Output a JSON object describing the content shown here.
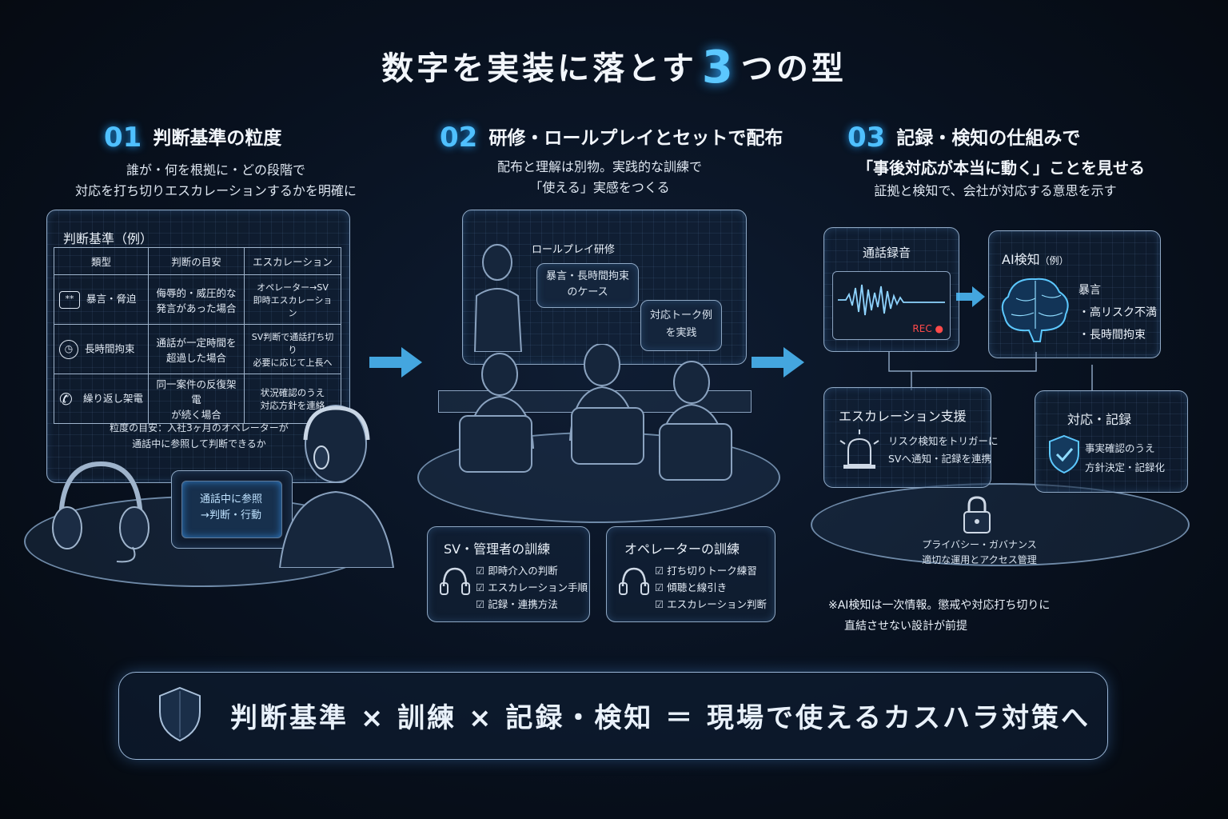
{
  "title": {
    "before": "数字を実装に落とす",
    "number": "3",
    "after": "つの型"
  },
  "s1": {
    "num": "01",
    "heading": "判断基準の粒度",
    "sub1": "誰が・何を根拠に・どの段階で",
    "sub2": "対応を打ち切りエスカレーションするかを明確に",
    "panel_title": "判断基準（例）",
    "table": {
      "headers": [
        "類型",
        "判断の目安",
        "エスカレーション"
      ],
      "rows": [
        {
          "type": "暴言・脅迫",
          "icon": "speech-bubble-icon",
          "criteria": [
            "侮辱的・威圧的な",
            "発言があった場合"
          ],
          "esc": [
            "オペレーター→SV",
            "即時エスカレーション"
          ]
        },
        {
          "type": "長時間拘束",
          "icon": "clock-icon",
          "criteria": [
            "通話が一定時間を",
            "超過した場合"
          ],
          "esc": [
            "SV判断で通話打ち切り",
            "必要に応じて上長へ"
          ]
        },
        {
          "type": "繰り返し架電",
          "icon": "phone-icon",
          "criteria": [
            "同一案件の反復架電",
            "が続く場合"
          ],
          "esc": [
            "状況確認のうえ",
            "対応方針を連絡"
          ]
        }
      ]
    },
    "note1": "粒度の目安：入社3ヶ月のオペレーターが",
    "note2": "通話中に参照して判断できるか",
    "tablet1": "通話中に参照",
    "tablet2": "→判断・行動"
  },
  "s2": {
    "num": "02",
    "heading": "研修・ロールプレイとセットで配布",
    "sub1": "配布と理解は別物。実践的な訓練で",
    "sub2": "「使える」実感をつくる",
    "board_title": "ロールプレイ研修",
    "bubble1a": "暴言・長時間拘束",
    "bubble1b": "のケース",
    "bubble2a": "対応トーク例",
    "bubble2b": "を実践",
    "sv_title": "SV・管理者の訓練",
    "sv_items": [
      "即時介入の判断",
      "エスカレーション手順",
      "記録・連携方法"
    ],
    "op_title": "オペレーターの訓練",
    "op_items": [
      "打ち切りトーク練習",
      "傾聴と線引き",
      "エスカレーション判断"
    ]
  },
  "s3": {
    "num": "03",
    "heading": "記録・検知の仕組みで",
    "heading2": "「事後対応が本当に動く」ことを見せる",
    "sub1": "証拠と検知で、会社が対応する意思を示す",
    "rec_title": "通話録音",
    "rec_label": "REC ●",
    "ai_title": "AI検知",
    "ai_suffix": "（例）",
    "ai_items": [
      "暴言",
      "・高リスク不満",
      "・長時間拘束"
    ],
    "esc_title": "エスカレーション支援",
    "esc_line1": "リスク検知をトリガーに",
    "esc_line2": "SVへ通知・記録を連携",
    "resp_title": "対応・記録",
    "resp_line1": "事実確認のうえ",
    "resp_line2": "方針決定・記録化",
    "priv1": "プライバシー・ガバナンス",
    "priv2": "適切な運用とアクセス管理",
    "note1": "※AI検知は一次情報。懲戒や対応打ち切りに",
    "note2": "直結させない設計が前提"
  },
  "banner": "判断基準 × 訓練 × 記録・検知 ＝ 現場で使えるカスハラ対策へ",
  "colors": {
    "accent": "#4fc0ff",
    "background": "#070d18",
    "line": "#8fa8c4",
    "rec": "#ff4a4a"
  }
}
